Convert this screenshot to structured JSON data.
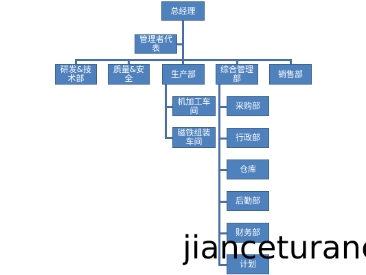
{
  "org_chart": {
    "root": "总经理",
    "representative": "管理者代表",
    "departments": [
      {
        "label": "研发&技术部",
        "children": []
      },
      {
        "label": "质量&安全",
        "children": []
      },
      {
        "label": "生产部",
        "children": [
          "机加工车间",
          "磁铁组装车间"
        ]
      },
      {
        "label": "综合管理部",
        "children": [
          "采购部",
          "行政部",
          "仓库",
          "后勤部",
          "财务部",
          "计划"
        ]
      },
      {
        "label": "销售部",
        "children": []
      }
    ]
  },
  "watermark": "jianceturanc",
  "colors": {
    "box_fill": "#4f81bd",
    "box_border": "#385d8a",
    "connector": "#4a6fa8",
    "text": "#ffffff"
  }
}
